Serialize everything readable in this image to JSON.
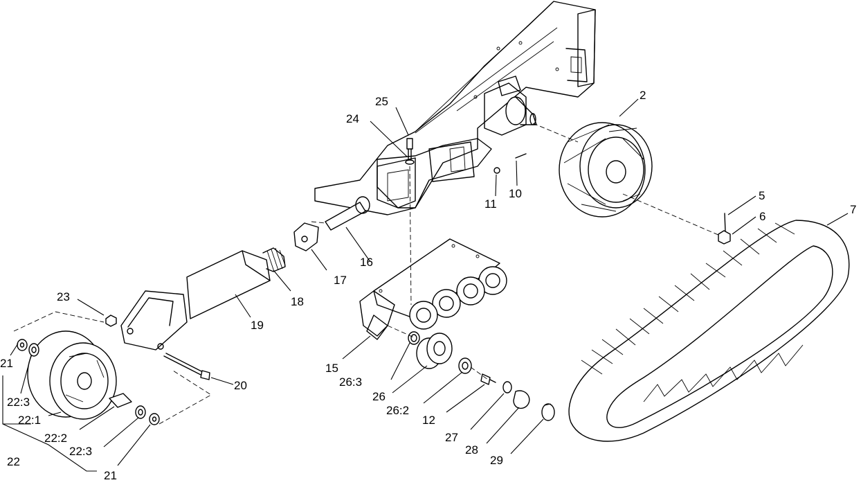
{
  "callouts": {
    "c2": "2",
    "c5": "5",
    "c6": "6",
    "c7": "7",
    "c10": "10",
    "c11": "11",
    "c12": "12",
    "c15": "15",
    "c16": "16",
    "c17": "17",
    "c18": "18",
    "c19": "19",
    "c20": "20",
    "c21a": "21",
    "c21b": "21",
    "c22": "22",
    "c22_1": "22:1",
    "c22_2": "22:2",
    "c22_3a": "22:3",
    "c22_3b": "22:3",
    "c23": "23",
    "c24": "24",
    "c25": "25",
    "c26": "26",
    "c26_2": "26:2",
    "c26_3": "26:3",
    "c27": "27",
    "c28": "28",
    "c29": "29"
  }
}
